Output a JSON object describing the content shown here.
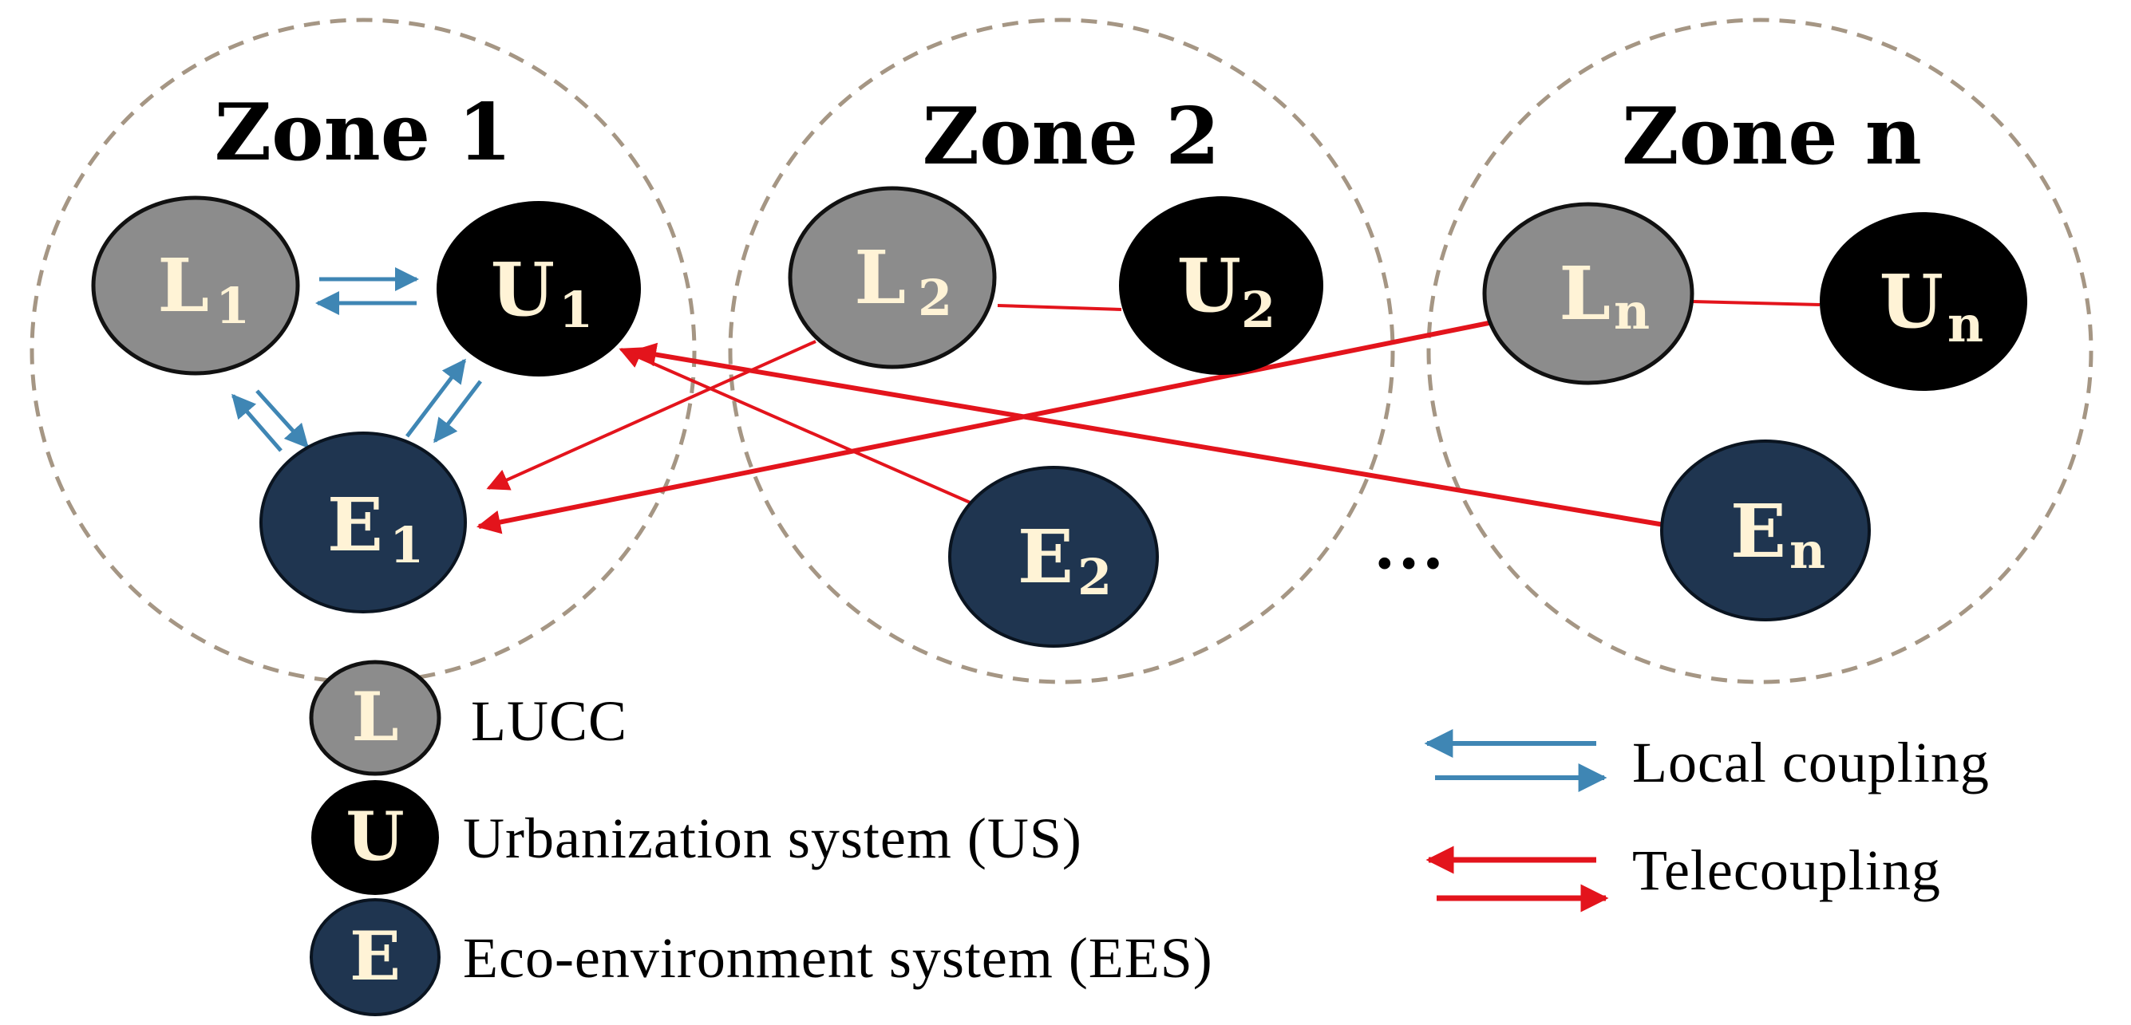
{
  "zones": [
    {
      "title": "Zone 1"
    },
    {
      "title": "Zone 2"
    },
    {
      "title": "Zone n"
    }
  ],
  "nodes": {
    "L1": {
      "letter": "L",
      "sub": "1"
    },
    "U1": {
      "letter": "U",
      "sub": "1"
    },
    "E1": {
      "letter": "E",
      "sub": "1"
    },
    "L2": {
      "letter": "L",
      "sub": "2"
    },
    "U2": {
      "letter": "U",
      "sub": "2"
    },
    "E2": {
      "letter": "E",
      "sub": "2"
    },
    "Ln": {
      "letter": "L",
      "sub": "n"
    },
    "Un": {
      "letter": "U",
      "sub": "n"
    },
    "En": {
      "letter": "E",
      "sub": "n"
    }
  },
  "ellipsis": "…",
  "legend": {
    "lucc": {
      "letter": "L",
      "label": "LUCC"
    },
    "urban": {
      "letter": "U",
      "label": "Urbanization system (US)"
    },
    "eco": {
      "letter": "E",
      "label": "Eco-environment system (EES)"
    },
    "local": {
      "label": "Local coupling"
    },
    "tele": {
      "label": "Telecoupling"
    }
  },
  "colors": {
    "lucc_fill": "#8c8c8c",
    "urban_fill": "#000000",
    "eco_fill": "#1f3550",
    "letter": "#fff3d6",
    "local_arrow": "#3f86b4",
    "tele_arrow": "#e3141c",
    "zone_border": "#a59684"
  }
}
